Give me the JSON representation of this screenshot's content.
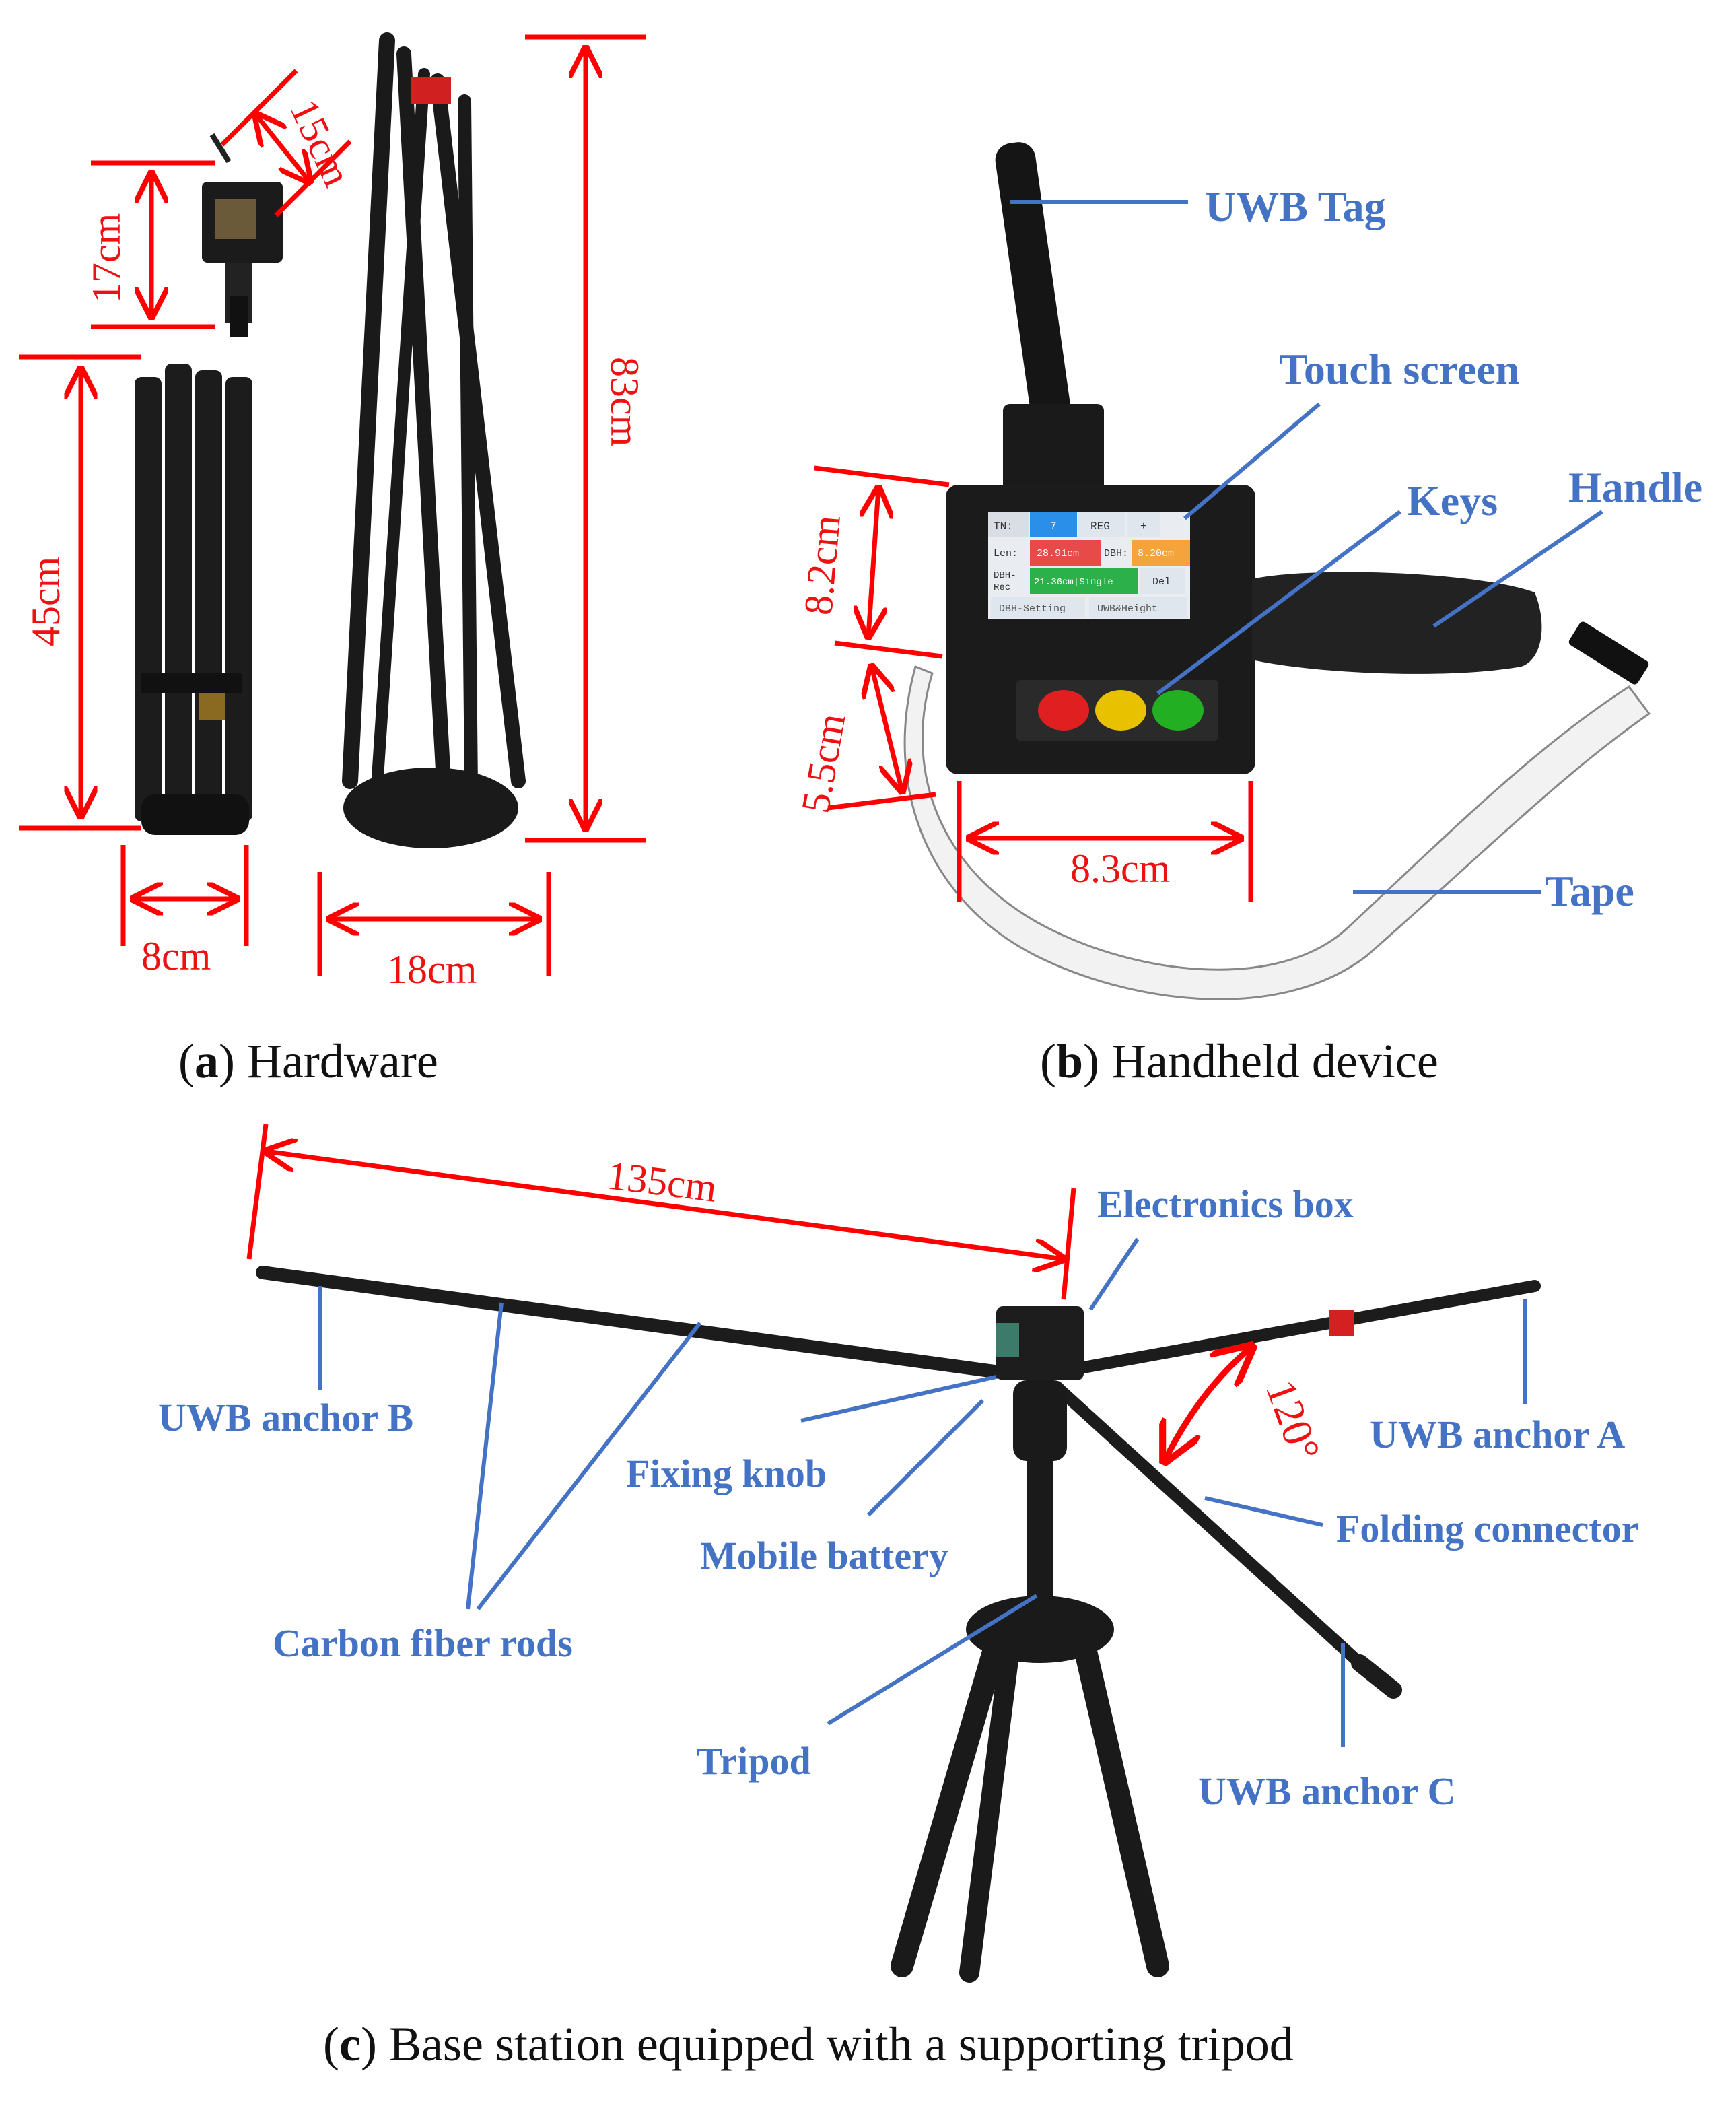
{
  "panel_a": {
    "dim_15": "15cm",
    "dim_17": "17cm",
    "dim_45": "45cm",
    "dim_83": "83cm",
    "dim_8": "8cm",
    "dim_18": "18cm",
    "caption_letter": "a",
    "caption_text": " Hardware"
  },
  "panel_b": {
    "dim_8_2": "8.2cm",
    "dim_5_5": "5.5cm",
    "dim_8_3": "8.3cm",
    "label_uwb_tag": "UWB Tag",
    "label_touch_screen": "Touch screen",
    "label_keys": "Keys",
    "label_handle": "Handle",
    "label_tape": "Tape",
    "screen": {
      "tn_label": "TN:",
      "tn_value": "7",
      "reg_button": "REG",
      "plus_button": "+",
      "len_label": "Len:",
      "len_value": "28.91cm",
      "dbh_label": "DBH:",
      "dbh_value": "8.20cm",
      "dbh_rec_label_1": "DBH-",
      "dbh_rec_label_2": "Rec",
      "dbh_rec_value": "21.36cm|Single",
      "del_button": "Del",
      "dbh_setting_button": "DBH-Setting",
      "uwb_height_button": "UWB&Height"
    },
    "caption_letter": "b",
    "caption_text": " Handheld device"
  },
  "panel_c": {
    "dim_135": "135cm",
    "dim_120": "120°",
    "label_electronics_box": "Electronics box",
    "label_uwb_anchor_b": "UWB anchor B",
    "label_uwb_anchor_a": "UWB anchor A",
    "label_fixing_knob": "Fixing knob",
    "label_folding_connector": "Folding connector",
    "label_mobile_battery": "Mobile battery",
    "label_carbon_fiber_rods": "Carbon fiber rods",
    "label_tripod": "Tripod",
    "label_uwb_anchor_c": "UWB anchor C",
    "caption_letter": "c",
    "caption_text": " Base station equipped with a supporting tripod"
  },
  "colors": {
    "dimension": "#ff0000",
    "label": "#4472c4",
    "device_body": "#1a1a1a"
  }
}
